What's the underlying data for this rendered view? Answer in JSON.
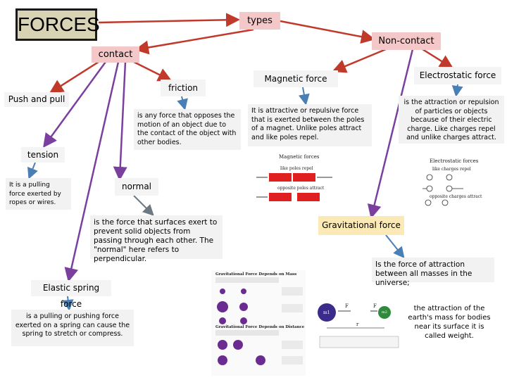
{
  "root": {
    "label": "FORCES"
  },
  "types": {
    "label": "types"
  },
  "noncontact": {
    "label": "Non-contact"
  },
  "contact": {
    "label": "contact"
  },
  "magnetic": {
    "label": "Magnetic force",
    "desc": "It is attractive or repulsive force that is exerted between the poles of a magnet. Unlike poles attract and like poles repel.",
    "figure": {
      "title": "Magnetic forces",
      "caption1": "like poles repel",
      "caption2": "opposite poles attract"
    }
  },
  "electrostatic": {
    "label": "Electrostatic force",
    "desc": "is the attraction or repulsion of particles or objects because of their electric charge. Like charges repel and unlike charges attract.",
    "figure": {
      "title": "Electrostatic forces",
      "caption1": "like charges repel",
      "caption2": "opposite charges attract"
    }
  },
  "friction": {
    "label": "friction",
    "desc": "is any force that opposes the motion of an object due to the contact of the object with other bodies."
  },
  "push_pull": {
    "label": "Push and pull"
  },
  "tension": {
    "label": "tension",
    "desc": "It is a pulling force exerted by ropes or wires."
  },
  "normal": {
    "label": "normal",
    "desc": "is the force that surfaces exert to prevent solid objects from passing through each other. The \"normal\" here refers to perpendicular."
  },
  "gravitational": {
    "label": "Gravitational force",
    "desc": "Is the force of attraction between all masses in the universe;",
    "weight": "the attraction of the earth's mass for bodies near its surface it is called weight.",
    "figure": {
      "title1": "Gravitational Force Depends on Mass",
      "title2": "Gravitational Force Depends on Distance",
      "m1": "m1",
      "m2": "m2",
      "f": "F",
      "r": "r"
    }
  },
  "elastic": {
    "label": "Elastic spring force",
    "desc": "is a pulling or pushing force exerted on a spring can cause the spring to stretch or compress."
  },
  "colors": {
    "link_red": "#c0392b",
    "link_purple": "#7b3fa0",
    "link_blue": "#4a7fb5",
    "link_slate": "#6c7a86",
    "node_pink": "#f4c8c8",
    "node_yellow": "#fbe9b6"
  }
}
